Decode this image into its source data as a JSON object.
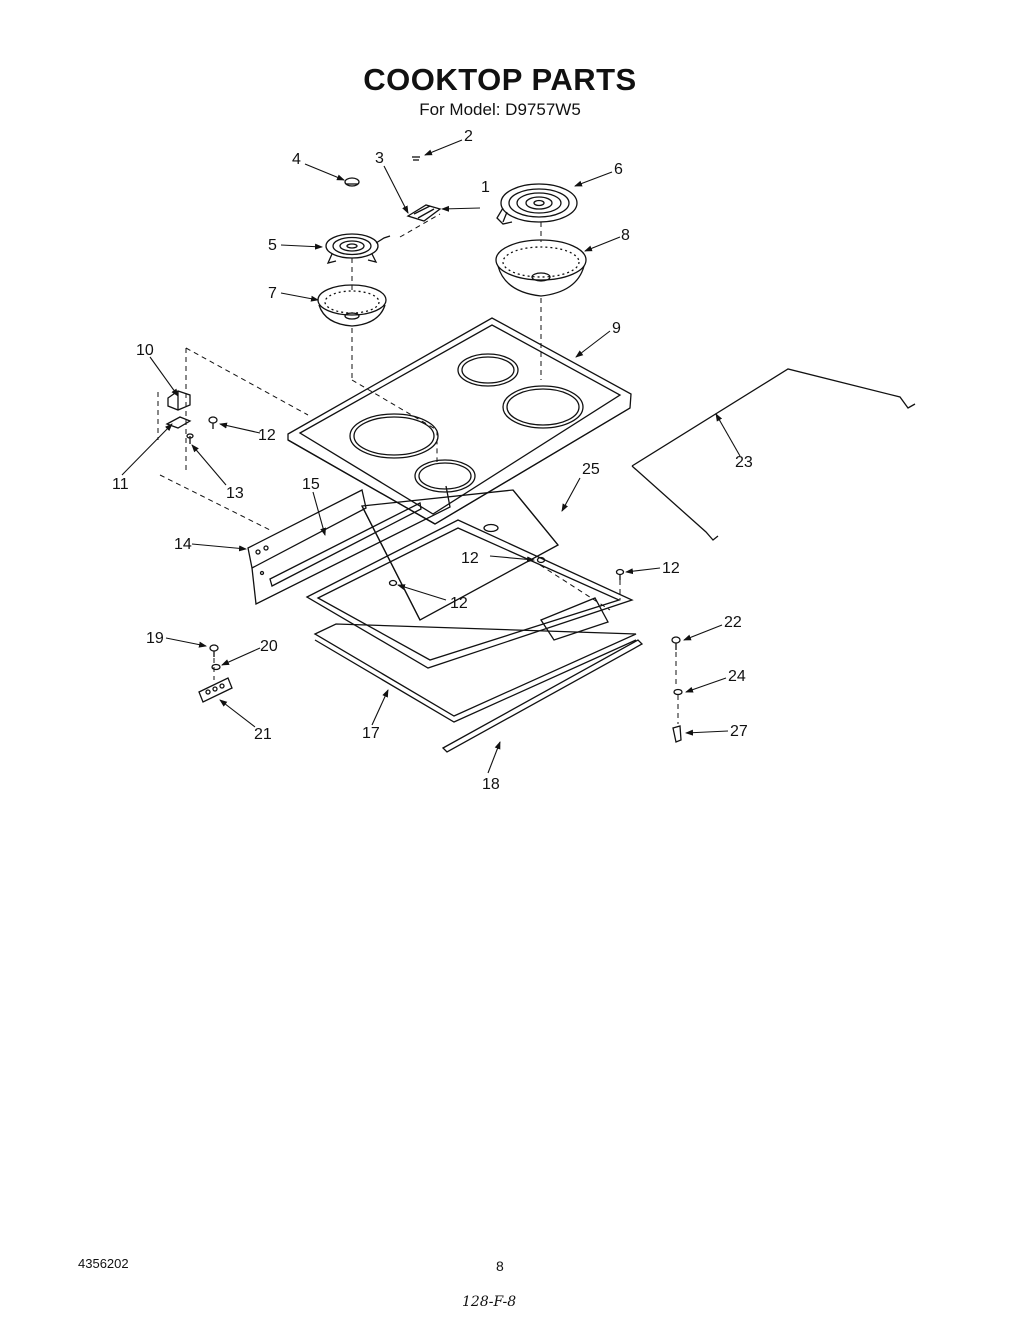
{
  "header": {
    "title": "COOKTOP PARTS",
    "subtitle": "For Model: D9757W5"
  },
  "callouts": [
    {
      "id": "c1",
      "text": "1"
    },
    {
      "id": "c2",
      "text": "2"
    },
    {
      "id": "c3",
      "text": "3"
    },
    {
      "id": "c4",
      "text": "4"
    },
    {
      "id": "c5",
      "text": "5"
    },
    {
      "id": "c6",
      "text": "6"
    },
    {
      "id": "c7",
      "text": "7"
    },
    {
      "id": "c8",
      "text": "8"
    },
    {
      "id": "c9",
      "text": "9"
    },
    {
      "id": "c10",
      "text": "10"
    },
    {
      "id": "c11",
      "text": "11"
    },
    {
      "id": "c12a",
      "text": "12"
    },
    {
      "id": "c12b",
      "text": "12"
    },
    {
      "id": "c12c",
      "text": "12"
    },
    {
      "id": "c12d",
      "text": "12"
    },
    {
      "id": "c13",
      "text": "13"
    },
    {
      "id": "c14",
      "text": "14"
    },
    {
      "id": "c15",
      "text": "15"
    },
    {
      "id": "c17",
      "text": "17"
    },
    {
      "id": "c18",
      "text": "18"
    },
    {
      "id": "c19",
      "text": "19"
    },
    {
      "id": "c20",
      "text": "20"
    },
    {
      "id": "c21",
      "text": "21"
    },
    {
      "id": "c22",
      "text": "22"
    },
    {
      "id": "c23",
      "text": "23"
    },
    {
      "id": "c24",
      "text": "24"
    },
    {
      "id": "c25",
      "text": "25"
    },
    {
      "id": "c27",
      "text": "27"
    }
  ],
  "footer": {
    "part_number": "4356202",
    "page_number": "8",
    "handwritten": "128-F-8"
  }
}
